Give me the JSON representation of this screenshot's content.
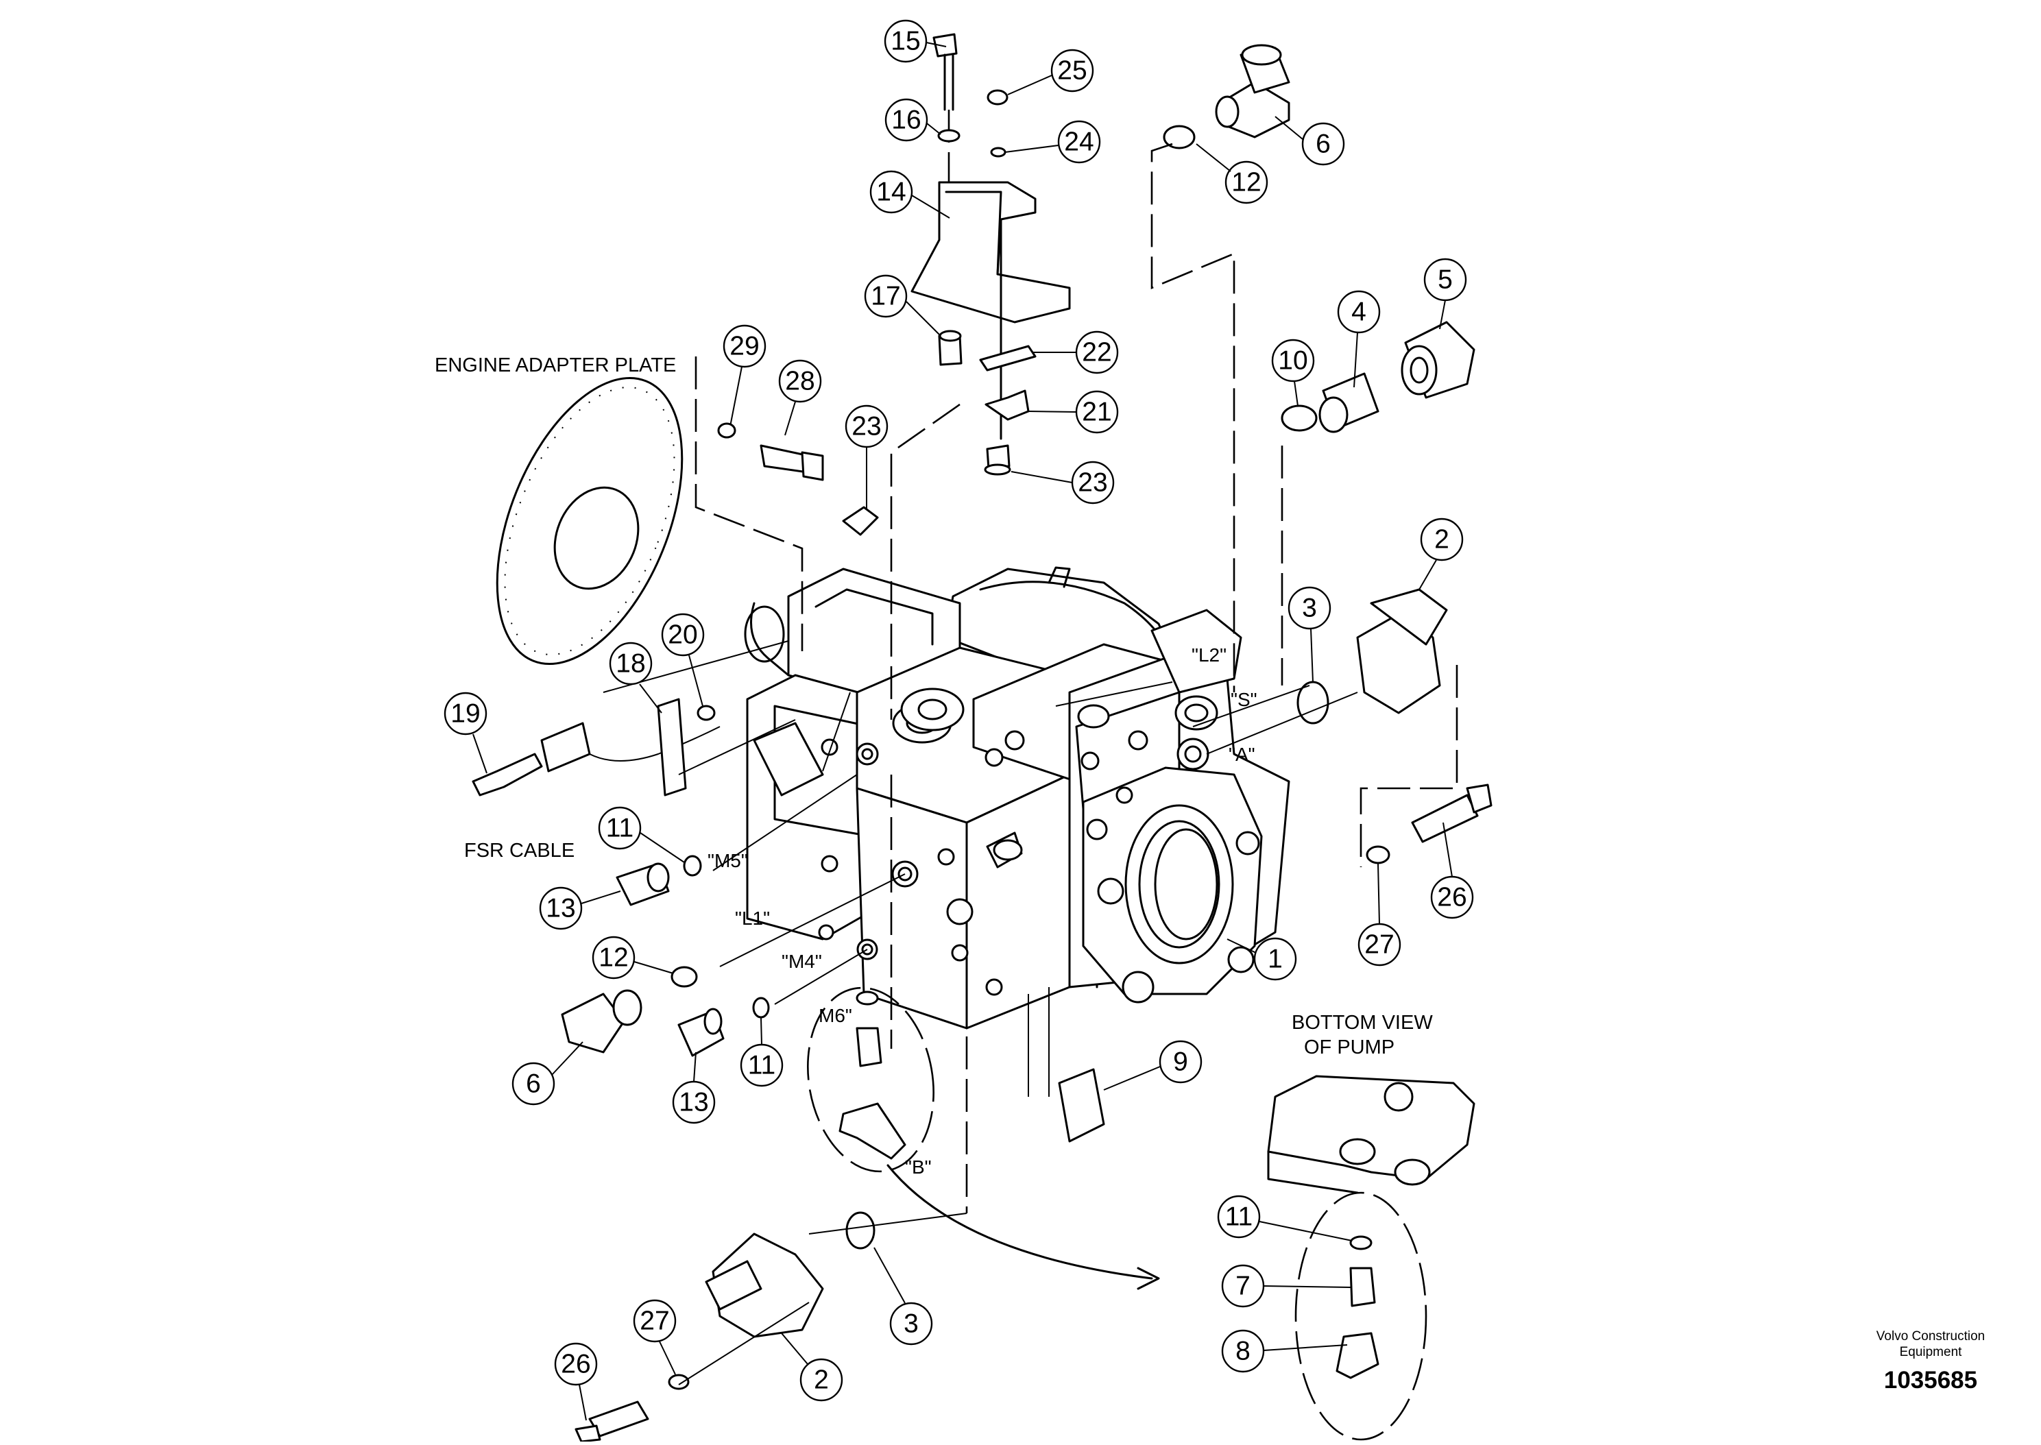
{
  "labels": {
    "engine_adapter_plate": "ENGINE ADAPTER PLATE",
    "fsr_cable": "FSR CABLE",
    "bottom_view_line1": "BOTTOM VIEW",
    "bottom_view_line2": "OF PUMP"
  },
  "ports": {
    "l2": "\"L2\"",
    "s": "\"S\"",
    "a": "\"A\"",
    "m5": "\"M5\"",
    "l1": "\"L1\"",
    "m4": "\"M4\"",
    "m6": "M6\"",
    "b": "\"B\""
  },
  "callouts": [
    "15",
    "25",
    "16",
    "24",
    "14",
    "17",
    "22",
    "21",
    "23",
    "23",
    "29",
    "28",
    "6",
    "12",
    "5",
    "4",
    "10",
    "2",
    "3",
    "20",
    "18",
    "19",
    "11",
    "13",
    "12",
    "6",
    "13",
    "11",
    "9",
    "1",
    "27",
    "26",
    "11",
    "7",
    "8",
    "3",
    "2",
    "27",
    "26"
  ],
  "footer": {
    "company_line1": "Volvo Construction",
    "company_line2": "Equipment",
    "document_number": "1035685"
  }
}
